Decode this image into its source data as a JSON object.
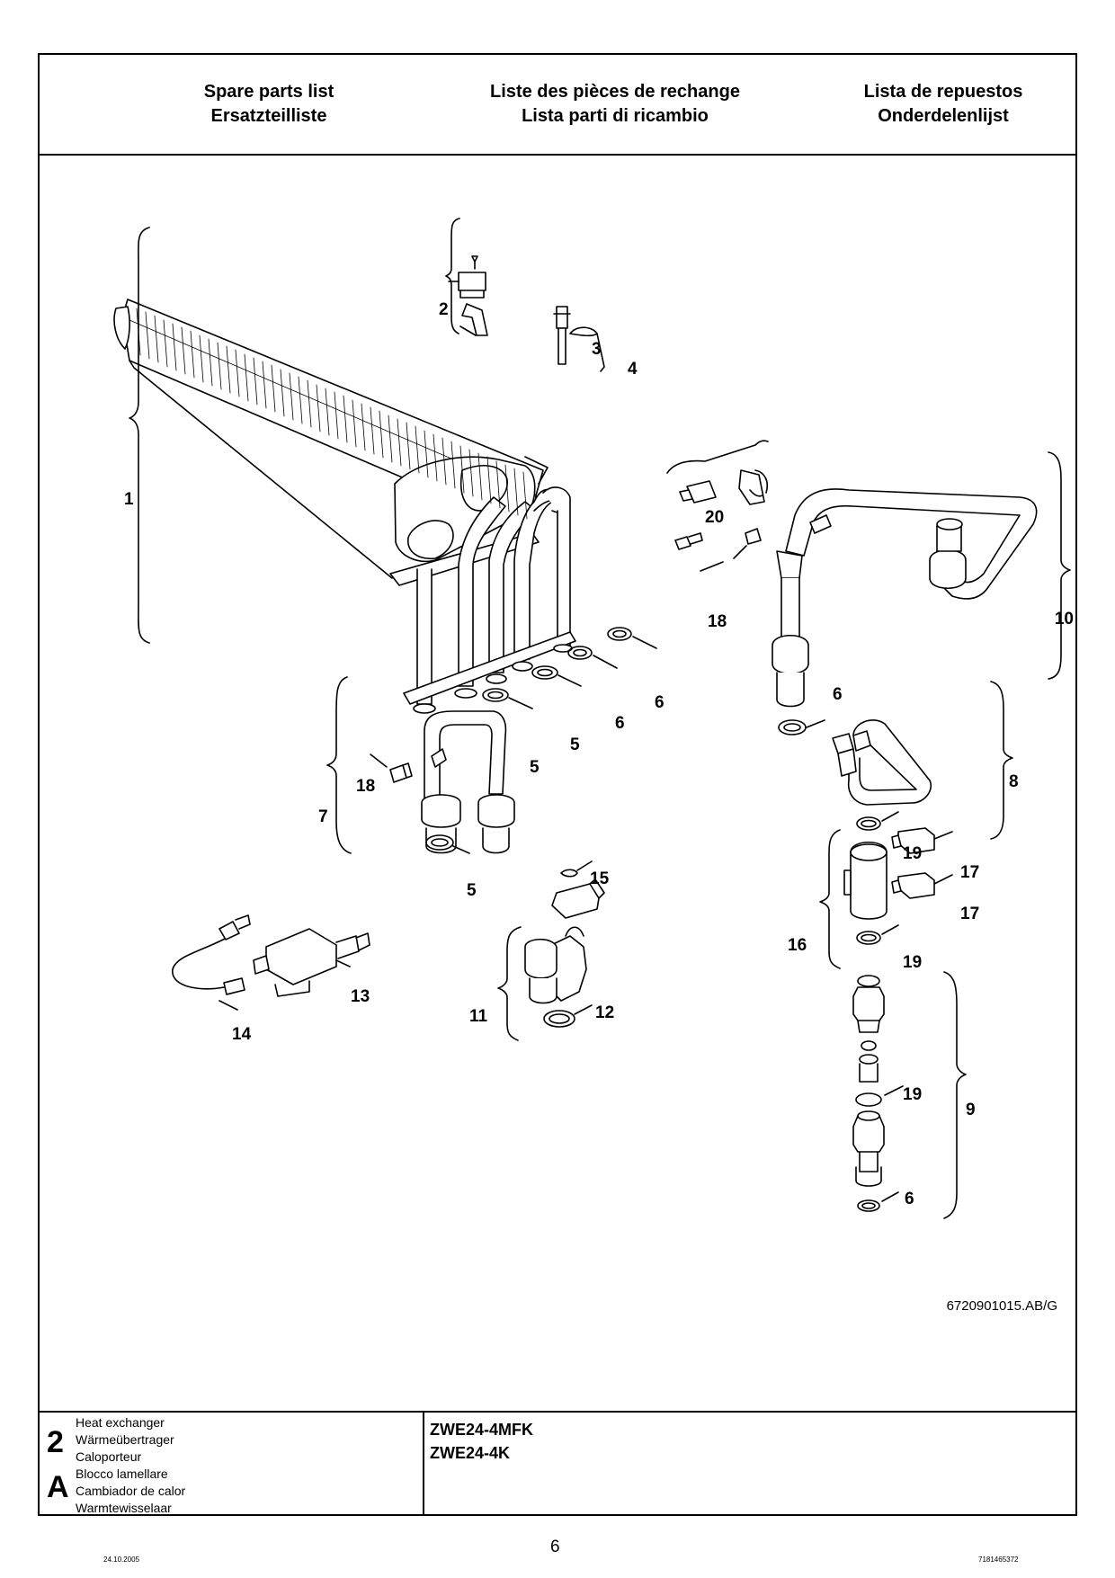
{
  "header": {
    "col1": [
      "Spare parts list",
      "Ersatzteilliste"
    ],
    "col2": [
      "Liste des pièces de rechange",
      "Lista parti di ricambio"
    ],
    "col3": [
      "Lista de repuestos",
      "Onderdelenlijst"
    ]
  },
  "callouts": [
    "1",
    "2",
    "3",
    "4",
    "20",
    "10",
    "18",
    "6",
    "6",
    "6",
    "5",
    "5",
    "7",
    "18",
    "5",
    "8",
    "19",
    "17",
    "17",
    "16",
    "19",
    "15",
    "11",
    "12",
    "13",
    "14",
    "9",
    "19",
    "6"
  ],
  "drawing_ref": "6720901015.AB/G",
  "footer": {
    "section_number": "2",
    "section_letter": "A",
    "descriptions": [
      "Heat exchanger",
      "Wärmeübertrager",
      "Caloporteur",
      "Blocco lamellare",
      "Cambiador de calor",
      "Warmtewisselaar"
    ],
    "models": [
      "ZWE24-4MFK",
      "ZWE24-4K"
    ]
  },
  "page_date": "24.10.2005",
  "page_number": "6",
  "document_code": "7181465372"
}
